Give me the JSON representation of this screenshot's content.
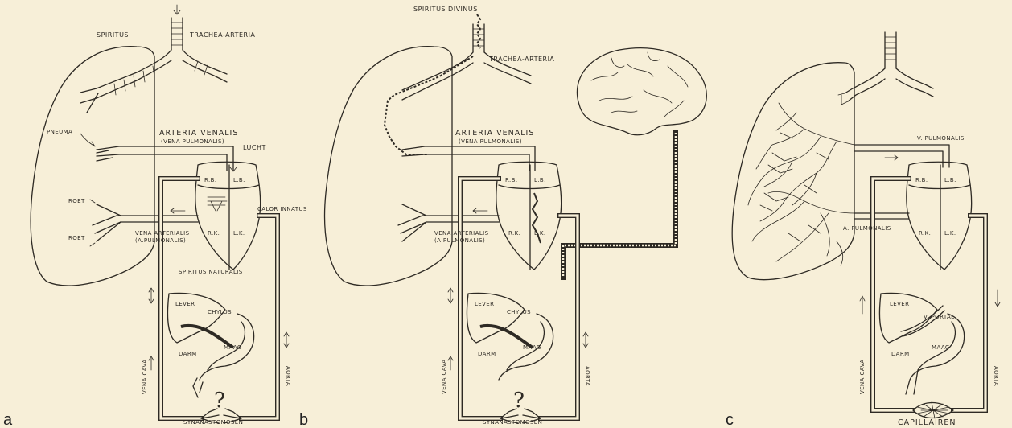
{
  "panels": [
    {
      "letter": "a",
      "labels": {
        "spiritus": "SPIRITUS",
        "trachea": "TRACHEA-ARTERIA",
        "pneuma": "PNEUMA",
        "arteria_venalis": "ARTERIA VENALIS",
        "vena_pulmonalis": "(VENA PULMONALIS)",
        "lucht": "LUCHT",
        "rb": "R.B.",
        "lb": "L.B.",
        "rk": "R.K.",
        "lk": "L.K.",
        "calor": "CALOR INNATUS",
        "roet1": "ROET",
        "roet2": "ROET",
        "vena_arterialis": "VENA ARTERIALIS",
        "a_pulmonalis": "(A.PULMONALIS)",
        "spiritus_naturalis": "SPIRITUS NATURALIS",
        "lever": "LEVER",
        "chylus": "CHYLUS",
        "maag": "MAAG",
        "darm": "DARM",
        "vena_cava": "VENA CAVA",
        "aorta": "AORTA",
        "question": "?",
        "synanastomosen": "SYNANASTOMOSEN"
      }
    },
    {
      "letter": "b",
      "labels": {
        "spiritus_divinus": "SPIRITUS DIVINUS",
        "trachea": "TRACHEA-ARTERIA",
        "arteria_venalis": "ARTERIA VENALIS",
        "vena_pulmonalis": "(VENA PULMONALIS)",
        "rb": "R.B.",
        "lb": "L.B.",
        "rk": "R.K.",
        "lk": "L.K.",
        "vena_arterialis": "VENA ARTERIALIS",
        "a_pulmonalis": "(A.PULMONALIS)",
        "lever": "LEVER",
        "chylus": "CHYLUS",
        "maag": "MAAG",
        "darm": "DARM",
        "vena_cava": "VENA CAVA",
        "aorta": "AORTA",
        "question": "?",
        "synanastomosen": "SYNANASTOMOSEN"
      }
    },
    {
      "letter": "c",
      "labels": {
        "v_pulmonalis": "V. PULMONALIS",
        "rb": "R.B.",
        "lb": "L.B.",
        "rk": "R.K.",
        "lk": "L.K.",
        "a_pulmonalis": "A. PULMONALIS",
        "lever": "LEVER",
        "v_portae": "V. PORTAE",
        "maag": "MAAG",
        "darm": "DARM",
        "vena_cava": "VENA CAVA",
        "aorta": "AORTA",
        "capillairen": "CAPILLAIREN"
      }
    }
  ],
  "colors": {
    "background": "#f7efd8",
    "ink": "#2e2a24"
  }
}
